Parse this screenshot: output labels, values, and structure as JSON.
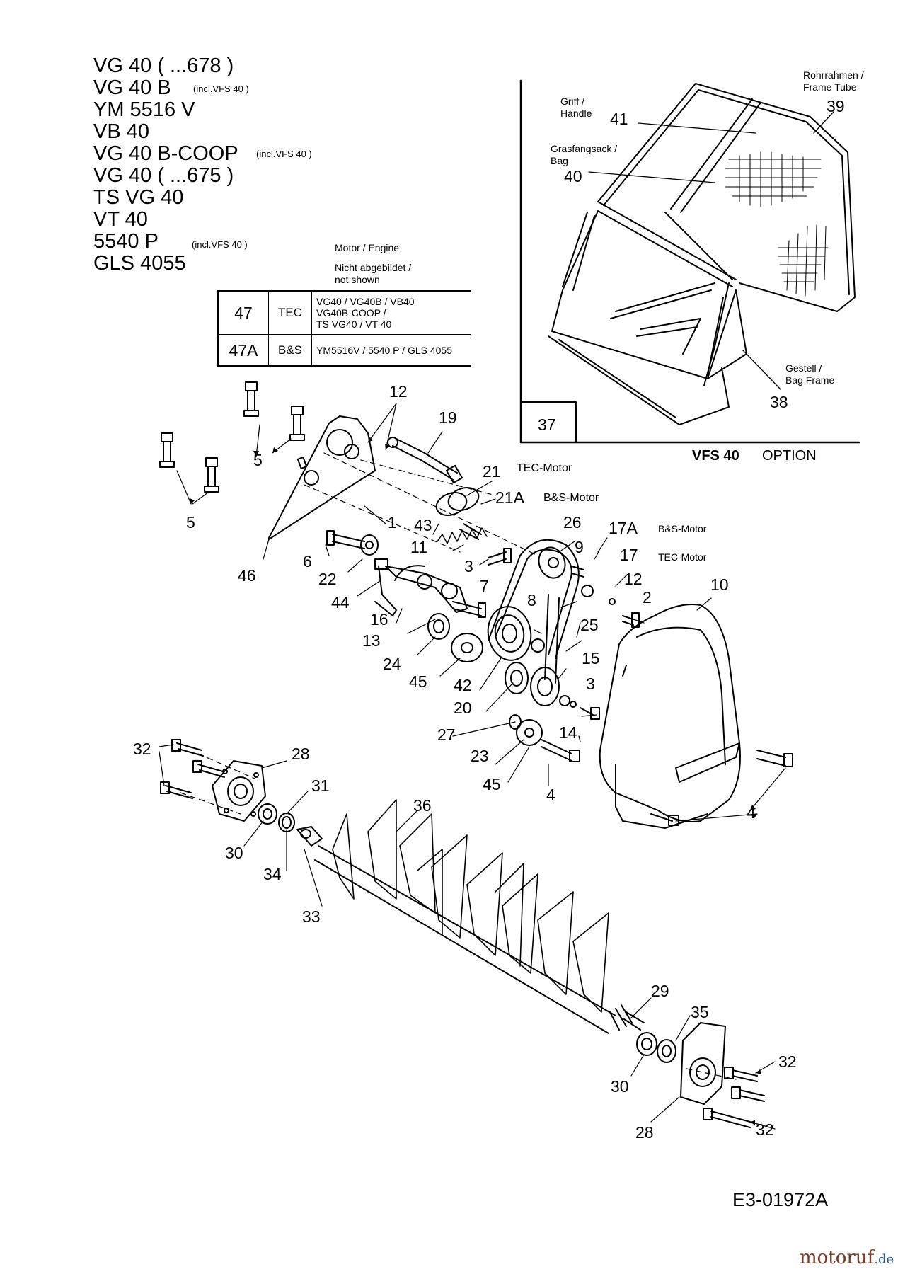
{
  "models": [
    {
      "name": "VG 40 ( ...678 )",
      "note": ""
    },
    {
      "name": "VG 40 B",
      "note": "(incl.VFS 40 )"
    },
    {
      "name": "YM 5516 V",
      "note": ""
    },
    {
      "name": "VB 40",
      "note": ""
    },
    {
      "name": "VG 40 B-COOP",
      "note": "(incl.VFS 40 )"
    },
    {
      "name": "VG 40 ( ...675 )",
      "note": ""
    },
    {
      "name": "TS VG 40",
      "note": ""
    },
    {
      "name": "VT 40",
      "note": ""
    },
    {
      "name": "5540 P",
      "note": "(incl.VFS 40 )"
    },
    {
      "name": "GLS 4055",
      "note": ""
    }
  ],
  "engine_note": {
    "line1": "Motor / Engine",
    "line2": "Nicht abgebildet /",
    "line3": "not shown"
  },
  "engine_table": [
    {
      "num": "47",
      "type": "TEC",
      "models": [
        "VG40 / VG40B / VB40",
        "VG40B-COOP /",
        "TS VG40 / VT 40"
      ]
    },
    {
      "num": "47A",
      "type": "B&S",
      "models": [
        "YM5516V / 5540 P / GLS 4055"
      ]
    }
  ],
  "bag_box": {
    "box_number": "37",
    "option_name": "VFS 40",
    "option_label": "OPTION",
    "labels": {
      "handle_de": "Griff /",
      "handle_en": "Handle",
      "bag_de": "Grasfangsack /",
      "bag_en": "Bag",
      "tube_de": "Rohrrahmen /",
      "tube_en": "Frame Tube",
      "frame_de": "Gestell /",
      "frame_en": "Bag Frame"
    },
    "callouts": [
      "41",
      "40",
      "39",
      "38"
    ]
  },
  "motor_labels": {
    "tec": "TEC-Motor",
    "bs": "B&S-Motor"
  },
  "callouts": {
    "c1": "1",
    "c2": "2",
    "c3a": "3",
    "c3b": "3",
    "c4a": "4",
    "c4b": "4",
    "c5a": "5",
    "c5b": "5",
    "c6": "6",
    "c7": "7",
    "c8": "8",
    "c9": "9",
    "c10": "10",
    "c11": "11",
    "c12a": "12",
    "c12b": "12",
    "c13": "13",
    "c14": "14",
    "c15": "15",
    "c16": "16",
    "c17": "17",
    "c17a": "17A",
    "c19": "19",
    "c20": "20",
    "c21": "21",
    "c21a": "21A",
    "c22": "22",
    "c23": "23",
    "c24": "24",
    "c25": "25",
    "c26": "26",
    "c27": "27",
    "c28a": "28",
    "c28b": "28",
    "c29": "29",
    "c30a": "30",
    "c30b": "30",
    "c31": "31",
    "c32a": "32",
    "c32b": "32",
    "c32c": "32",
    "c33": "33",
    "c34": "34",
    "c35": "35",
    "c36": "36",
    "c42": "42",
    "c43": "43",
    "c44": "44",
    "c45a": "45",
    "c45b": "45",
    "c46": "46"
  },
  "drawing_number": "E3-01972A",
  "watermark": {
    "name": "motoruf",
    "tld": ".de"
  }
}
